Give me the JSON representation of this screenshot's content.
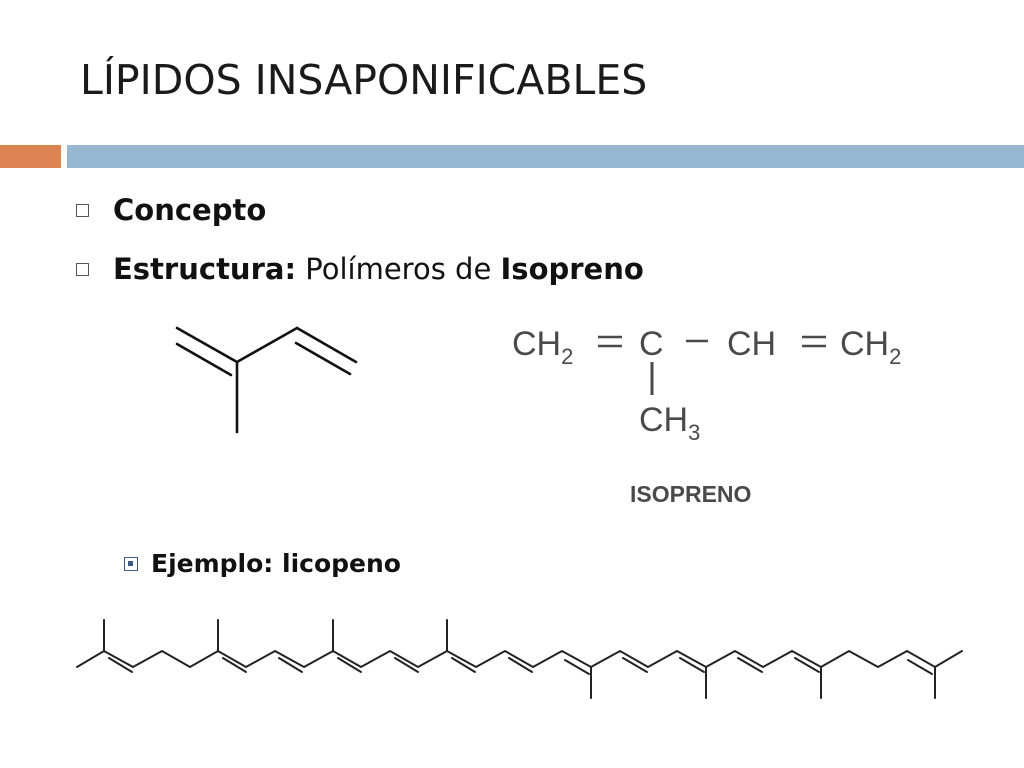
{
  "slide": {
    "title": "LÍPIDOS INSAPONIFICABLES"
  },
  "bullets": [
    {
      "label": "Concepto"
    },
    {
      "label_bold": "Estructura:",
      "label_normal": " Polímeros de ",
      "label_bold2": "Isopreno"
    }
  ],
  "formula": {
    "ch2_left": "CH",
    "sub_left": "2",
    "c_center": "C",
    "ch_right": "CH",
    "ch2_right": "CH",
    "sub_right": "2",
    "ch3": "CH",
    "sub_ch3": "3",
    "caption": "ISOPRENO"
  },
  "sub_bullet": {
    "label": "Ejemplo: licopeno"
  },
  "colors": {
    "accent_orange": "#dc8553",
    "accent_blue": "#98b7d1"
  }
}
